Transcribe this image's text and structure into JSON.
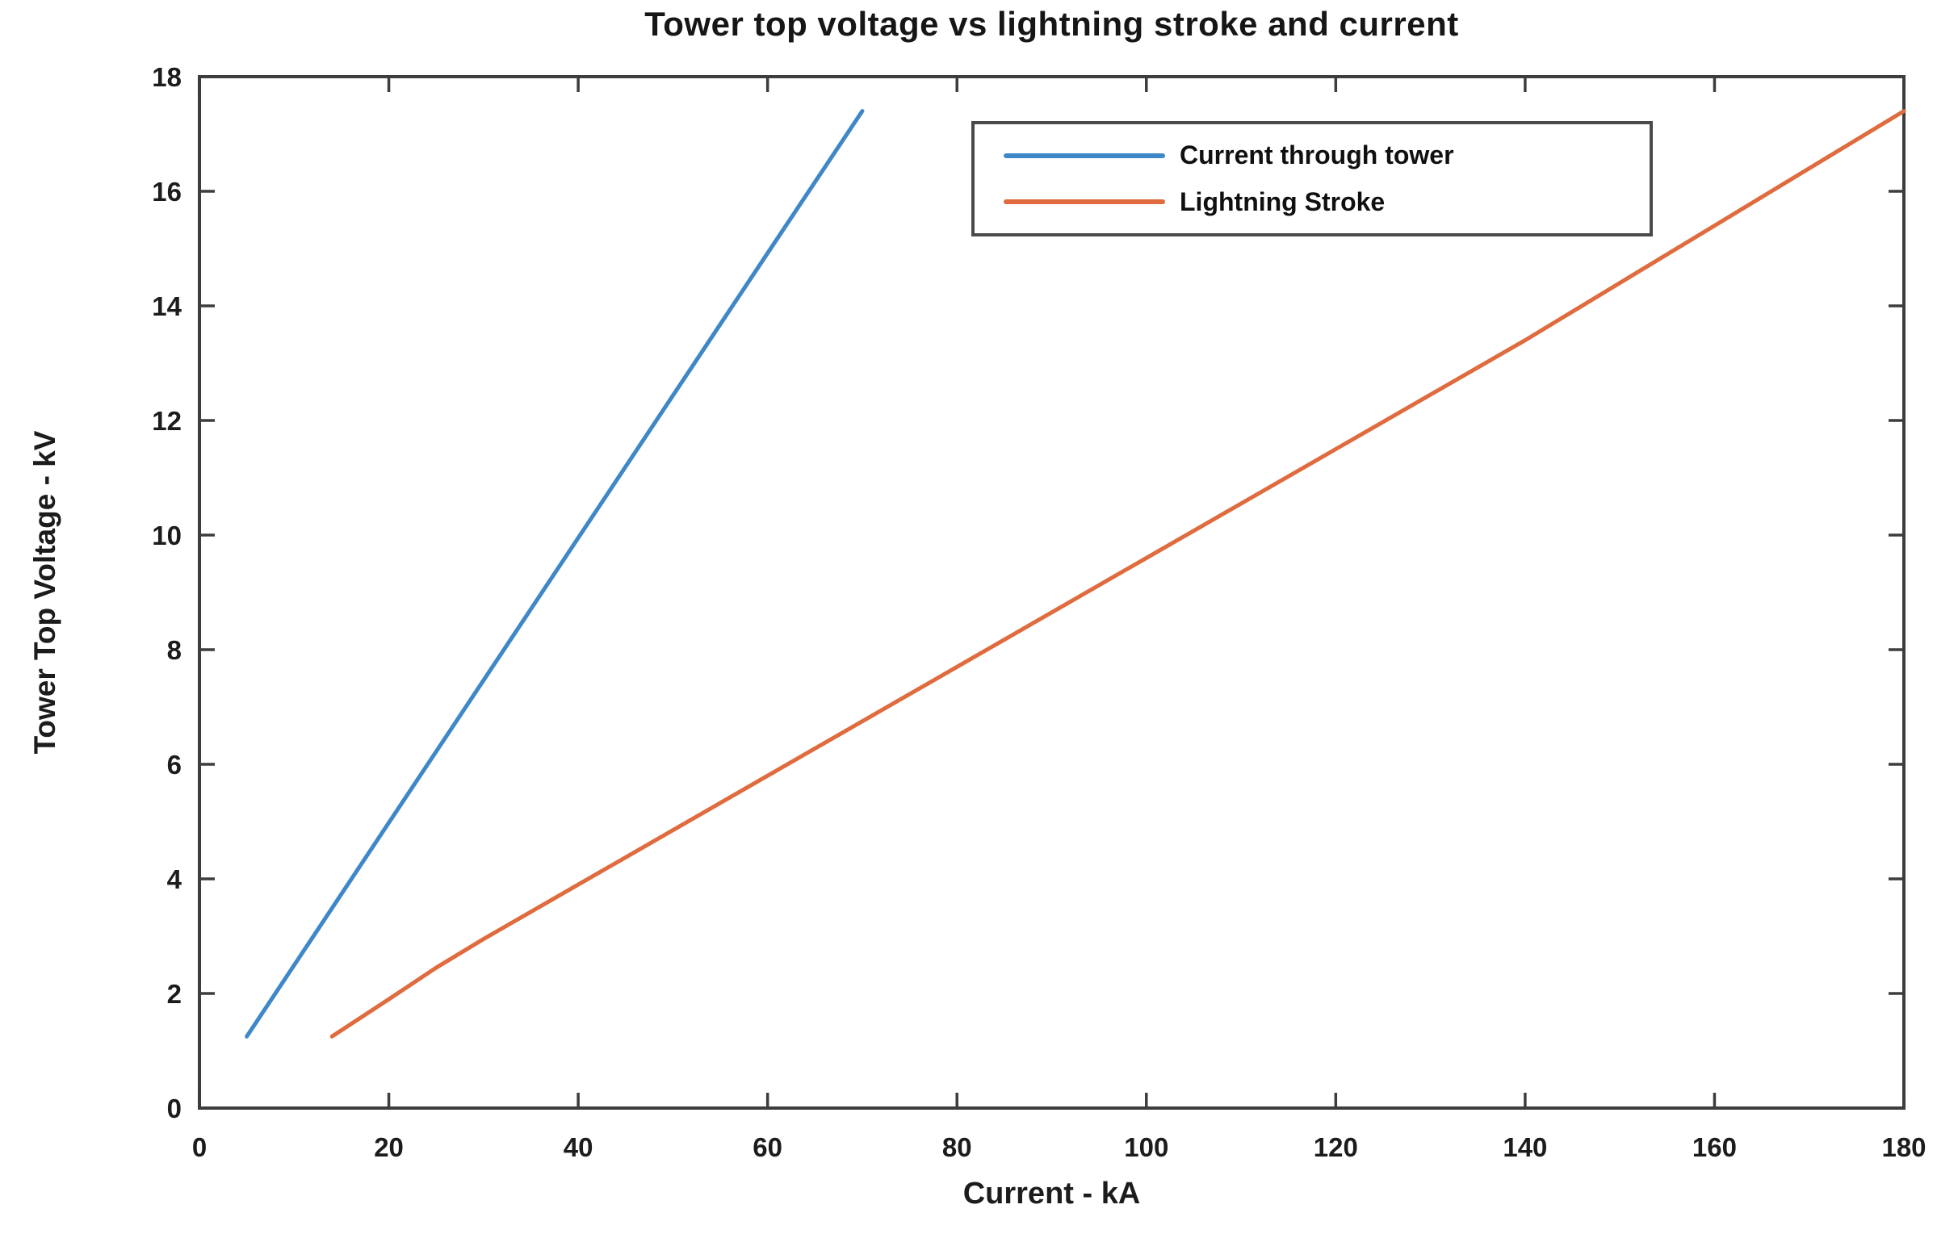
{
  "chart_data": {
    "type": "line",
    "title": "Tower top voltage vs lightning stroke and current",
    "xlabel": "Current - kA",
    "ylabel": "Tower Top Voltage - kV",
    "xlim": [
      0,
      180
    ],
    "ylim": [
      0,
      18
    ],
    "xticks": [
      0,
      20,
      40,
      60,
      80,
      100,
      120,
      140,
      160,
      180
    ],
    "yticks": [
      0,
      2,
      4,
      6,
      8,
      10,
      12,
      14,
      16,
      18
    ],
    "grid": false,
    "box": true,
    "tick_direction": "in",
    "axis_color": "#3d3d3d",
    "text_color": "#1c1c1c",
    "legend_position": "top-right-inside",
    "series": [
      {
        "name": "Current through tower",
        "color": "#3e87c8",
        "x": [
          5,
          20,
          40,
          60,
          70
        ],
        "y": [
          1.25,
          4.98,
          9.95,
          14.92,
          17.4
        ]
      },
      {
        "name": "Lightning Stroke",
        "color": "#df6b3e",
        "x": [
          14,
          20,
          25,
          30,
          40,
          60,
          80,
          100,
          120,
          140,
          160,
          180
        ],
        "y": [
          1.25,
          1.9,
          2.45,
          2.95,
          3.9,
          5.8,
          7.7,
          9.6,
          11.5,
          13.4,
          15.4,
          17.4
        ]
      }
    ]
  }
}
